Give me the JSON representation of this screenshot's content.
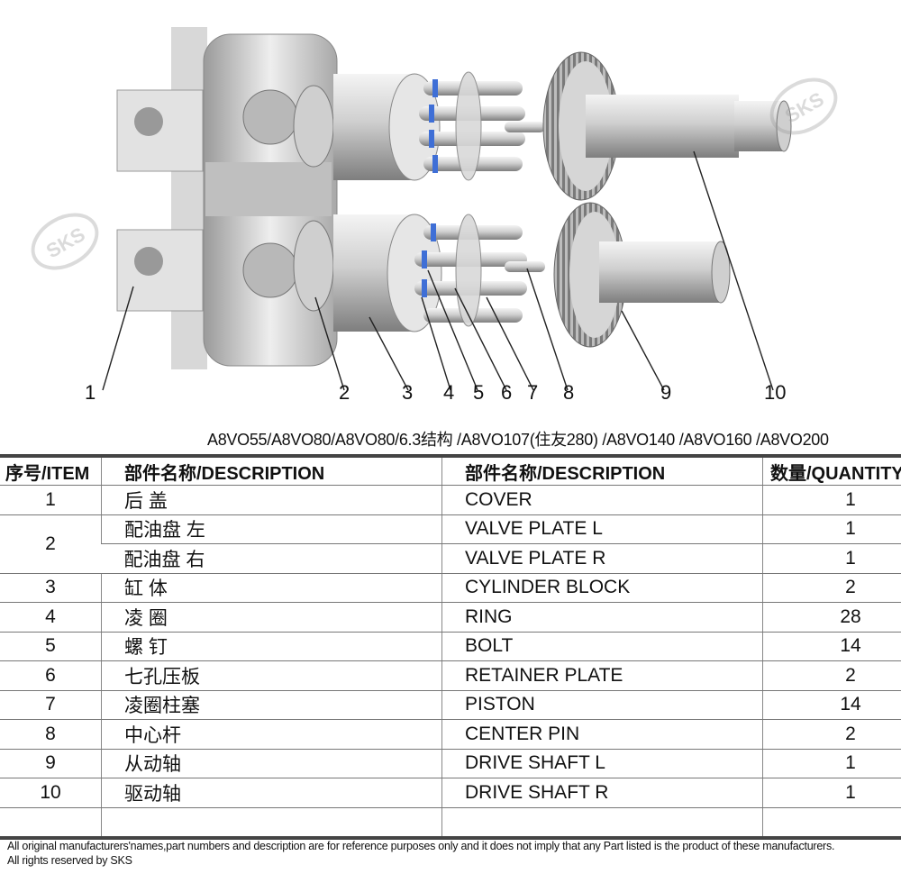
{
  "diagram": {
    "watermark": "SKS",
    "callouts": [
      "1",
      "2",
      "3",
      "4",
      "5",
      "6",
      "7",
      "8",
      "9",
      "10"
    ]
  },
  "models_line": "A8VO55/A8VO80/A8VO80/6.3结构 /A8VO107(住友280) /A8VO140 /A8VO160 /A8VO200",
  "table": {
    "headers": {
      "item": "序号/ITEM",
      "desc_cn": "部件名称/DESCRIPTION",
      "desc_en": "部件名称/DESCRIPTION",
      "qty": "数量/QUANTITY"
    },
    "rows": [
      {
        "item": "1",
        "cn": "后 盖",
        "en": "COVER",
        "qty": "1"
      },
      {
        "item": "2",
        "cn": "配油盘 左",
        "en": "VALVE PLATE L",
        "qty": "1"
      },
      {
        "item": "",
        "cn": "配油盘 右",
        "en": "VALVE PLATE R",
        "qty": "1"
      },
      {
        "item": "3",
        "cn": "缸 体",
        "en": "CYLINDER BLOCK",
        "qty": "2"
      },
      {
        "item": "4",
        "cn": "凌 圈",
        "en": "RING",
        "qty": "28"
      },
      {
        "item": "5",
        "cn": "螺 钉",
        "en": "BOLT",
        "qty": "14"
      },
      {
        "item": "6",
        "cn": "七孔压板",
        "en": "RETAINER PLATE",
        "qty": "2"
      },
      {
        "item": "7",
        "cn": "凌圈柱塞",
        "en": "PISTON",
        "qty": "14"
      },
      {
        "item": "8",
        "cn": "中心杆",
        "en": "CENTER PIN",
        "qty": "2"
      },
      {
        "item": "9",
        "cn": "从动轴",
        "en": "DRIVE SHAFT L",
        "qty": "1"
      },
      {
        "item": "10",
        "cn": "驱动轴",
        "en": "DRIVE SHAFT R",
        "qty": "1"
      },
      {
        "item": "",
        "cn": "",
        "en": "",
        "qty": ""
      }
    ]
  },
  "footer": {
    "line1": "All original manufacturers'names,part numbers and description are for reference purposes only and it does not imply that any Part listed is the product of these manufacturers.",
    "line2": "All rights reserved by SKS"
  },
  "colors": {
    "metal_light": "#e4e4e4",
    "metal_dark": "#8a8a8a",
    "seal_blue": "#3f6fd6",
    "rule": "#444444"
  }
}
